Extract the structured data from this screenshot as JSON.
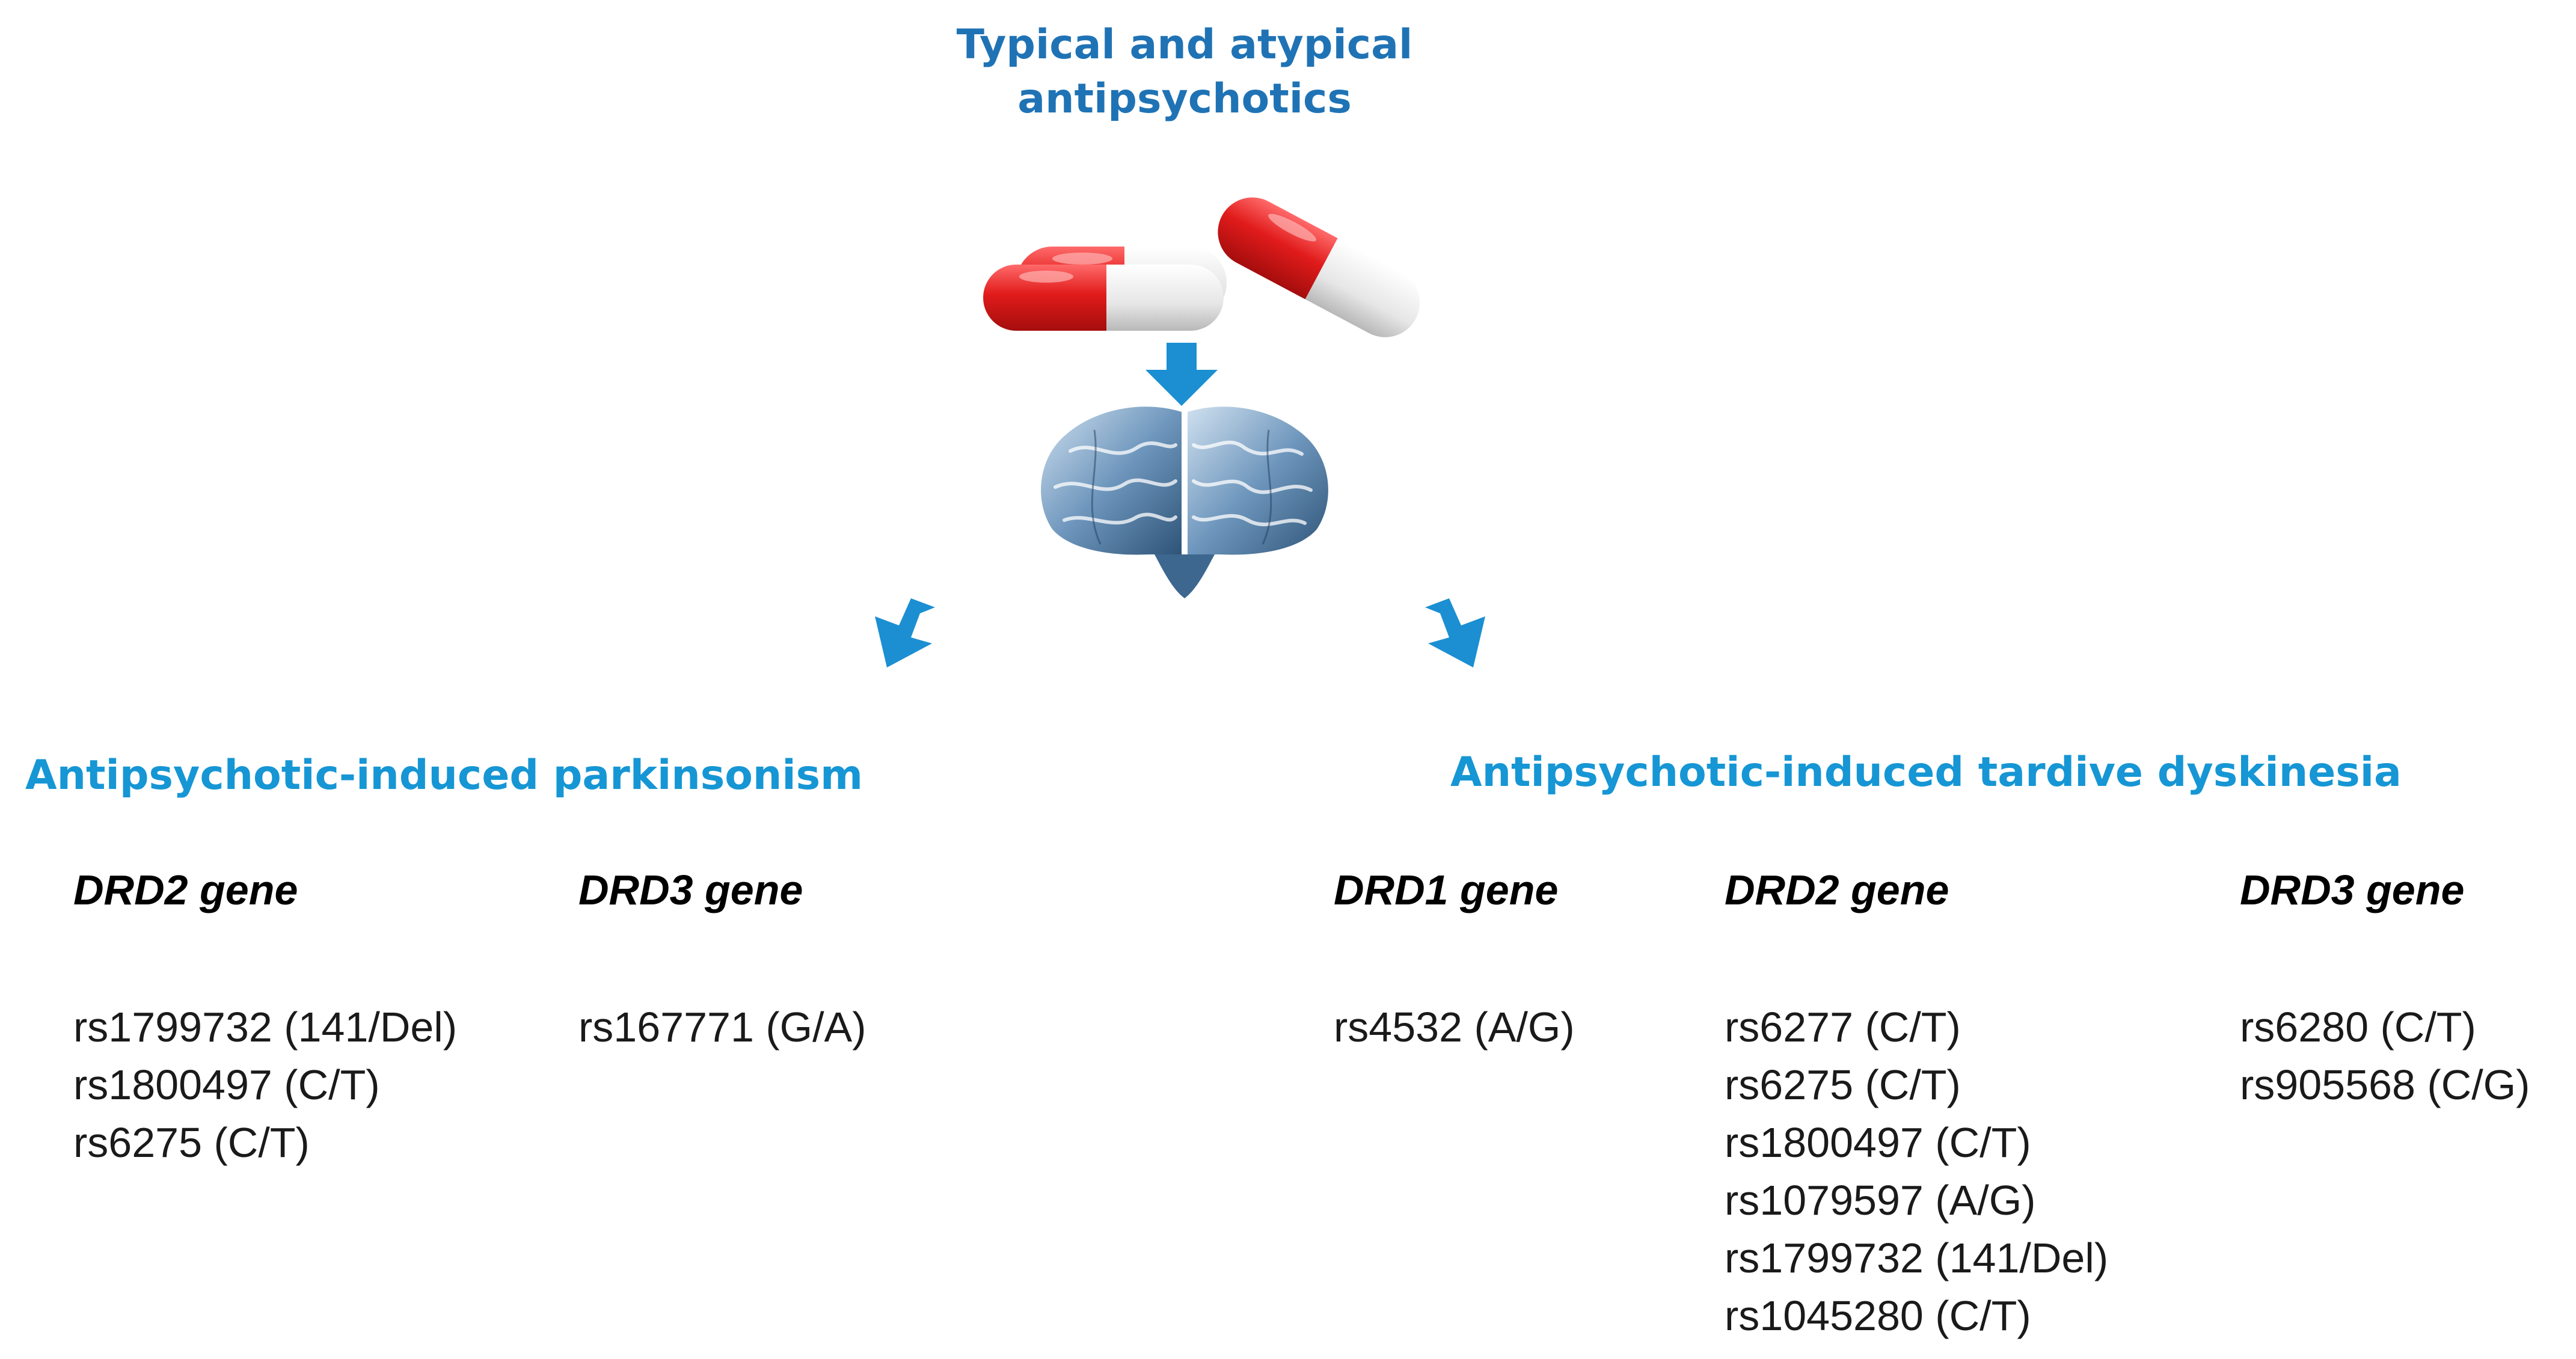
{
  "title": "Typical and atypical antipsychotics",
  "title_lines": [
    "Typical and atypical",
    "antipsychotics"
  ],
  "icons": [
    "pills-icon",
    "arrow-down-icon",
    "brain-icon",
    "arrow-down-left-icon",
    "arrow-down-right-icon"
  ],
  "colors": {
    "title": "#1f73b5",
    "branch_title": "#1696d4",
    "arrow": "#1b8fd2",
    "pill_red": "#d81e1e",
    "brain": "#4a7aa5"
  },
  "branches": [
    {
      "title": "Antipsychotic-induced parkinsonism",
      "genes": [
        {
          "name": "DRD2 gene",
          "variants": [
            "rs1799732 (141/Del)",
            "rs1800497 (C/T)",
            "rs6275 (C/T)"
          ]
        },
        {
          "name": "DRD3 gene",
          "variants": [
            "rs167771 (G/A)"
          ]
        }
      ]
    },
    {
      "title": "Antipsychotic-induced tardive dyskinesia",
      "genes": [
        {
          "name": "DRD1 gene",
          "variants": [
            "rs4532 (A/G)"
          ]
        },
        {
          "name": "DRD2 gene",
          "variants": [
            "rs6277 (C/T)",
            "rs6275 (C/T)",
            "rs1800497 (C/T)",
            "rs1079597 (A/G)",
            "rs1799732 (141/Del)",
            "rs1045280 (C/T)"
          ]
        },
        {
          "name": "DRD3 gene",
          "variants": [
            "rs6280 (C/T)",
            "rs905568 (C/G)"
          ]
        }
      ]
    }
  ]
}
